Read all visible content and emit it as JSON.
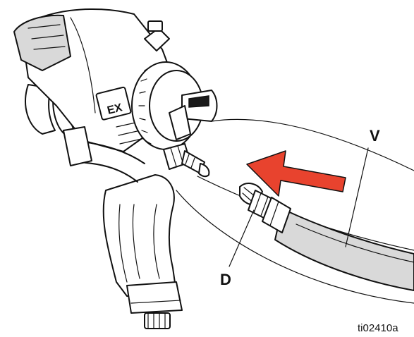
{
  "callouts": {
    "air_hose": "V",
    "hose_fitting": "D"
  },
  "figure_id": "ti02410a",
  "gun_label": "EX",
  "arrow_color": "#e8432e"
}
